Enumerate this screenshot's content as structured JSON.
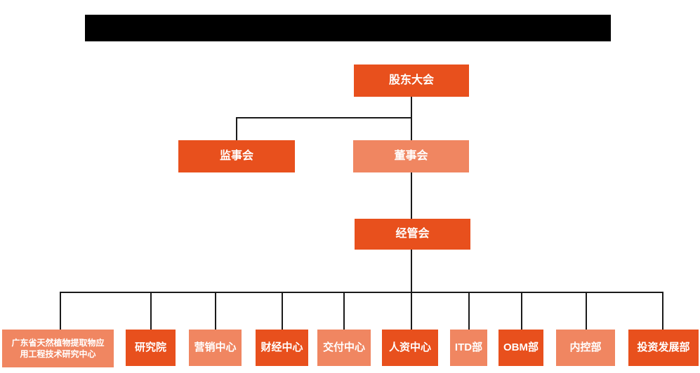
{
  "colors": {
    "primary_dark": "#E8501D",
    "primary_light": "#F08661",
    "line": "#1A1A1A",
    "box_text": "#FFFFFF",
    "title_bar_bg": "#000000"
  },
  "org_chart": {
    "root": {
      "label": "股东大会"
    },
    "supervisory": {
      "label": "监事会"
    },
    "board": {
      "label": "董事会"
    },
    "management": {
      "label": "经管会"
    },
    "departments": [
      {
        "label": "广东省天然植物提取物应\n用工程技术研究中心",
        "variant": "light"
      },
      {
        "label": "研究院",
        "variant": "dark"
      },
      {
        "label": "营销中心",
        "variant": "light"
      },
      {
        "label": "财经中心",
        "variant": "dark"
      },
      {
        "label": "交付中心",
        "variant": "light"
      },
      {
        "label": "人资中心",
        "variant": "dark"
      },
      {
        "label": "ITD部",
        "variant": "light"
      },
      {
        "label": "OBM部",
        "variant": "dark"
      },
      {
        "label": "内控部",
        "variant": "light"
      },
      {
        "label": "投资发展部",
        "variant": "dark"
      }
    ]
  }
}
